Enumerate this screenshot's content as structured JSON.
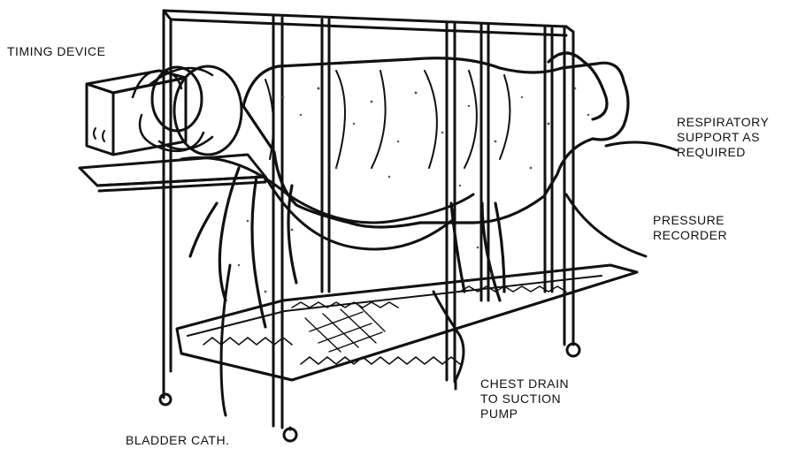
{
  "labels": {
    "timing_device": "TIMING DEVICE",
    "respiratory": [
      "RESPIRATORY",
      "SUPPORT AS",
      "REQUIRED"
    ],
    "pressure": [
      "PRESSURE",
      "RECORDER"
    ],
    "bladder": "BLADDER CATH.",
    "chest_drain": [
      "CHEST DRAIN",
      "TO SUCTION",
      "PUMP"
    ]
  },
  "colors": {
    "ink": "#111111",
    "paper": "#ffffff",
    "speckle": "#555555"
  }
}
